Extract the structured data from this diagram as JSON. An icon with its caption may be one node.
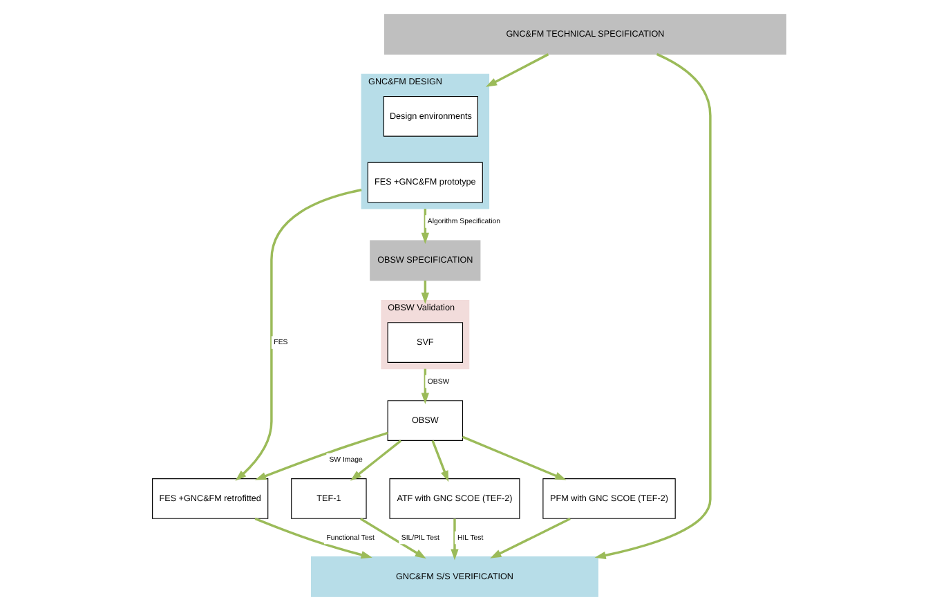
{
  "diagram": {
    "nodes": [
      {
        "text": [
          "GNC&FM TECHNICAL SPECIFICATION"
        ]
      },
      {
        "text": [
          "GNC&FM DESIGN"
        ]
      },
      {
        "text": [
          "Design environments"
        ],
        "in": 1
      },
      {
        "text": [
          "FES +GNC&FM prototype"
        ],
        "in": 1
      },
      {
        "text": [
          "GNC&FM S/S VERIFICATION"
        ]
      },
      {
        "text": [
          "FES +GNC&FM retrofitted"
        ]
      },
      {
        "text": [
          "TEF-1"
        ]
      },
      {
        "text": [
          "ATF with GNC SCOE (TEF-2)"
        ]
      },
      {
        "text": [
          "PFM with GNC SCOE (TEF-2)"
        ]
      },
      {
        "text": [
          "OBSW SPECIFICATION"
        ]
      },
      {
        "text": [
          "OBSW Validation"
        ]
      },
      {
        "text": [
          "SVF"
        ],
        "in": 10
      },
      {
        "text": [
          "OBSW"
        ]
      }
    ],
    "edges": [
      {
        "from": 0,
        "to": 1,
        "arrow": "to"
      },
      {
        "from": 0,
        "to": 4,
        "arrow": "to"
      },
      {
        "from": 1,
        "to": 5,
        "label": "FES",
        "arrow": "to"
      },
      {
        "from": 5,
        "to": 4,
        "label": "Functional Test",
        "arrow": "to"
      },
      {
        "from": 6,
        "to": 4,
        "label": "SIL/PIL Test",
        "arrow": "to"
      },
      {
        "from": 7,
        "to": 4,
        "label": "HIL Test",
        "arrow": "to"
      },
      {
        "from": 8,
        "to": 4,
        "arrow": "to"
      },
      {
        "from": 1,
        "to": 9,
        "label": "Algorithm Specification",
        "arrow": "to"
      },
      {
        "from": 9,
        "to": 10,
        "arrow": "to"
      },
      {
        "from": 10,
        "to": 12,
        "label": "OBSW",
        "arrow": "to"
      },
      {
        "from": 12,
        "to": 5,
        "label": "SW Image",
        "arrow": "to"
      },
      {
        "from": 12,
        "to": 6,
        "arrow": "to"
      },
      {
        "from": 12,
        "to": 7,
        "arrow": "to"
      },
      {
        "from": 12,
        "to": 8,
        "arrow": "to"
      }
    ]
  }
}
